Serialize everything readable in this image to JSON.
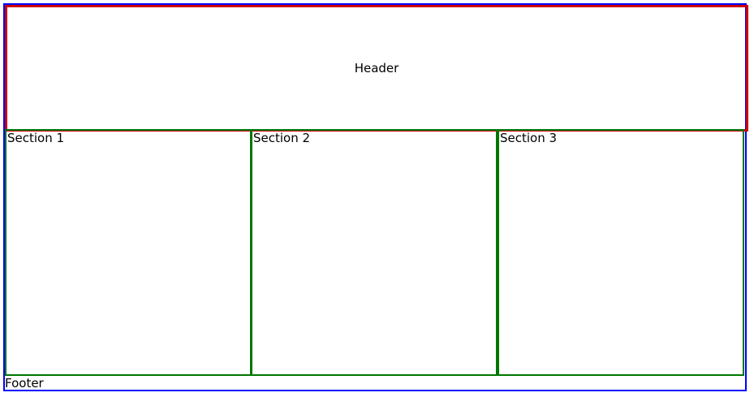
{
  "header": {
    "title": "Header"
  },
  "sections": [
    {
      "label": "Section 1"
    },
    {
      "label": "Section 2"
    },
    {
      "label": "Section 3"
    }
  ],
  "footer": {
    "text": "Footer"
  },
  "colors": {
    "outer_border": "#0000ff",
    "header_border": "#cc0000",
    "section_border": "#007700"
  }
}
